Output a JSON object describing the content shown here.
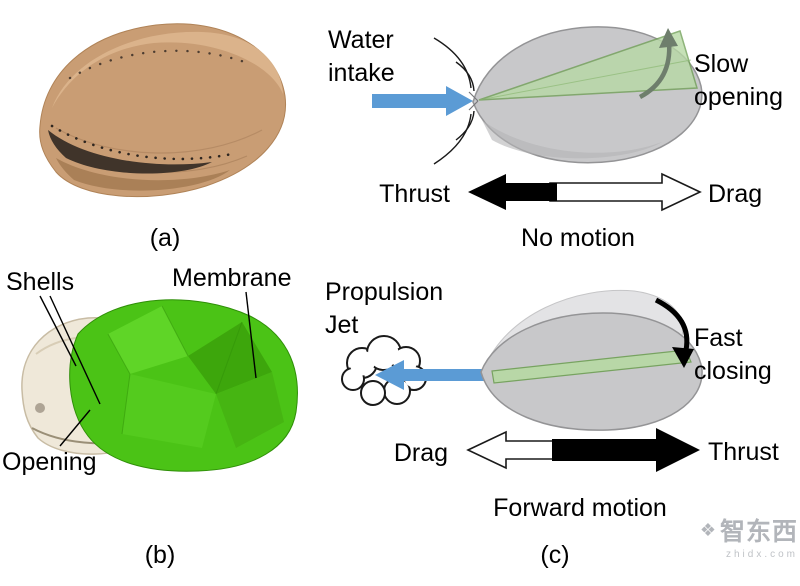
{
  "figure": {
    "captions": {
      "a": "(a)",
      "b": "(b)",
      "c": "(c)"
    },
    "panel_b": {
      "labels": {
        "shells": "Shells",
        "membrane": "Membrane",
        "opening": "Opening"
      }
    },
    "panel_c": {
      "top": {
        "water_intake": "Water intake",
        "slow_opening": "Slow opening",
        "thrust": "Thrust",
        "drag": "Drag",
        "motion": "No motion"
      },
      "bottom": {
        "propulsion_jet": "Propulsion Jet",
        "fast_closing": "Fast closing",
        "drag": "Drag",
        "thrust": "Thrust",
        "motion": "Forward motion"
      }
    }
  },
  "watermark": {
    "brand": "智东西",
    "site": "zhidx.com",
    "logo_glyph": "❖"
  },
  "colors": {
    "water_arrow_blue": "#5b9bd5",
    "membrane_green_light": "#b7d9a4",
    "membrane_green_edge": "#6f9f55",
    "shell_gray": "#c8c8ca",
    "robot_membrane_green": "#4bc316",
    "text": "#000000"
  }
}
